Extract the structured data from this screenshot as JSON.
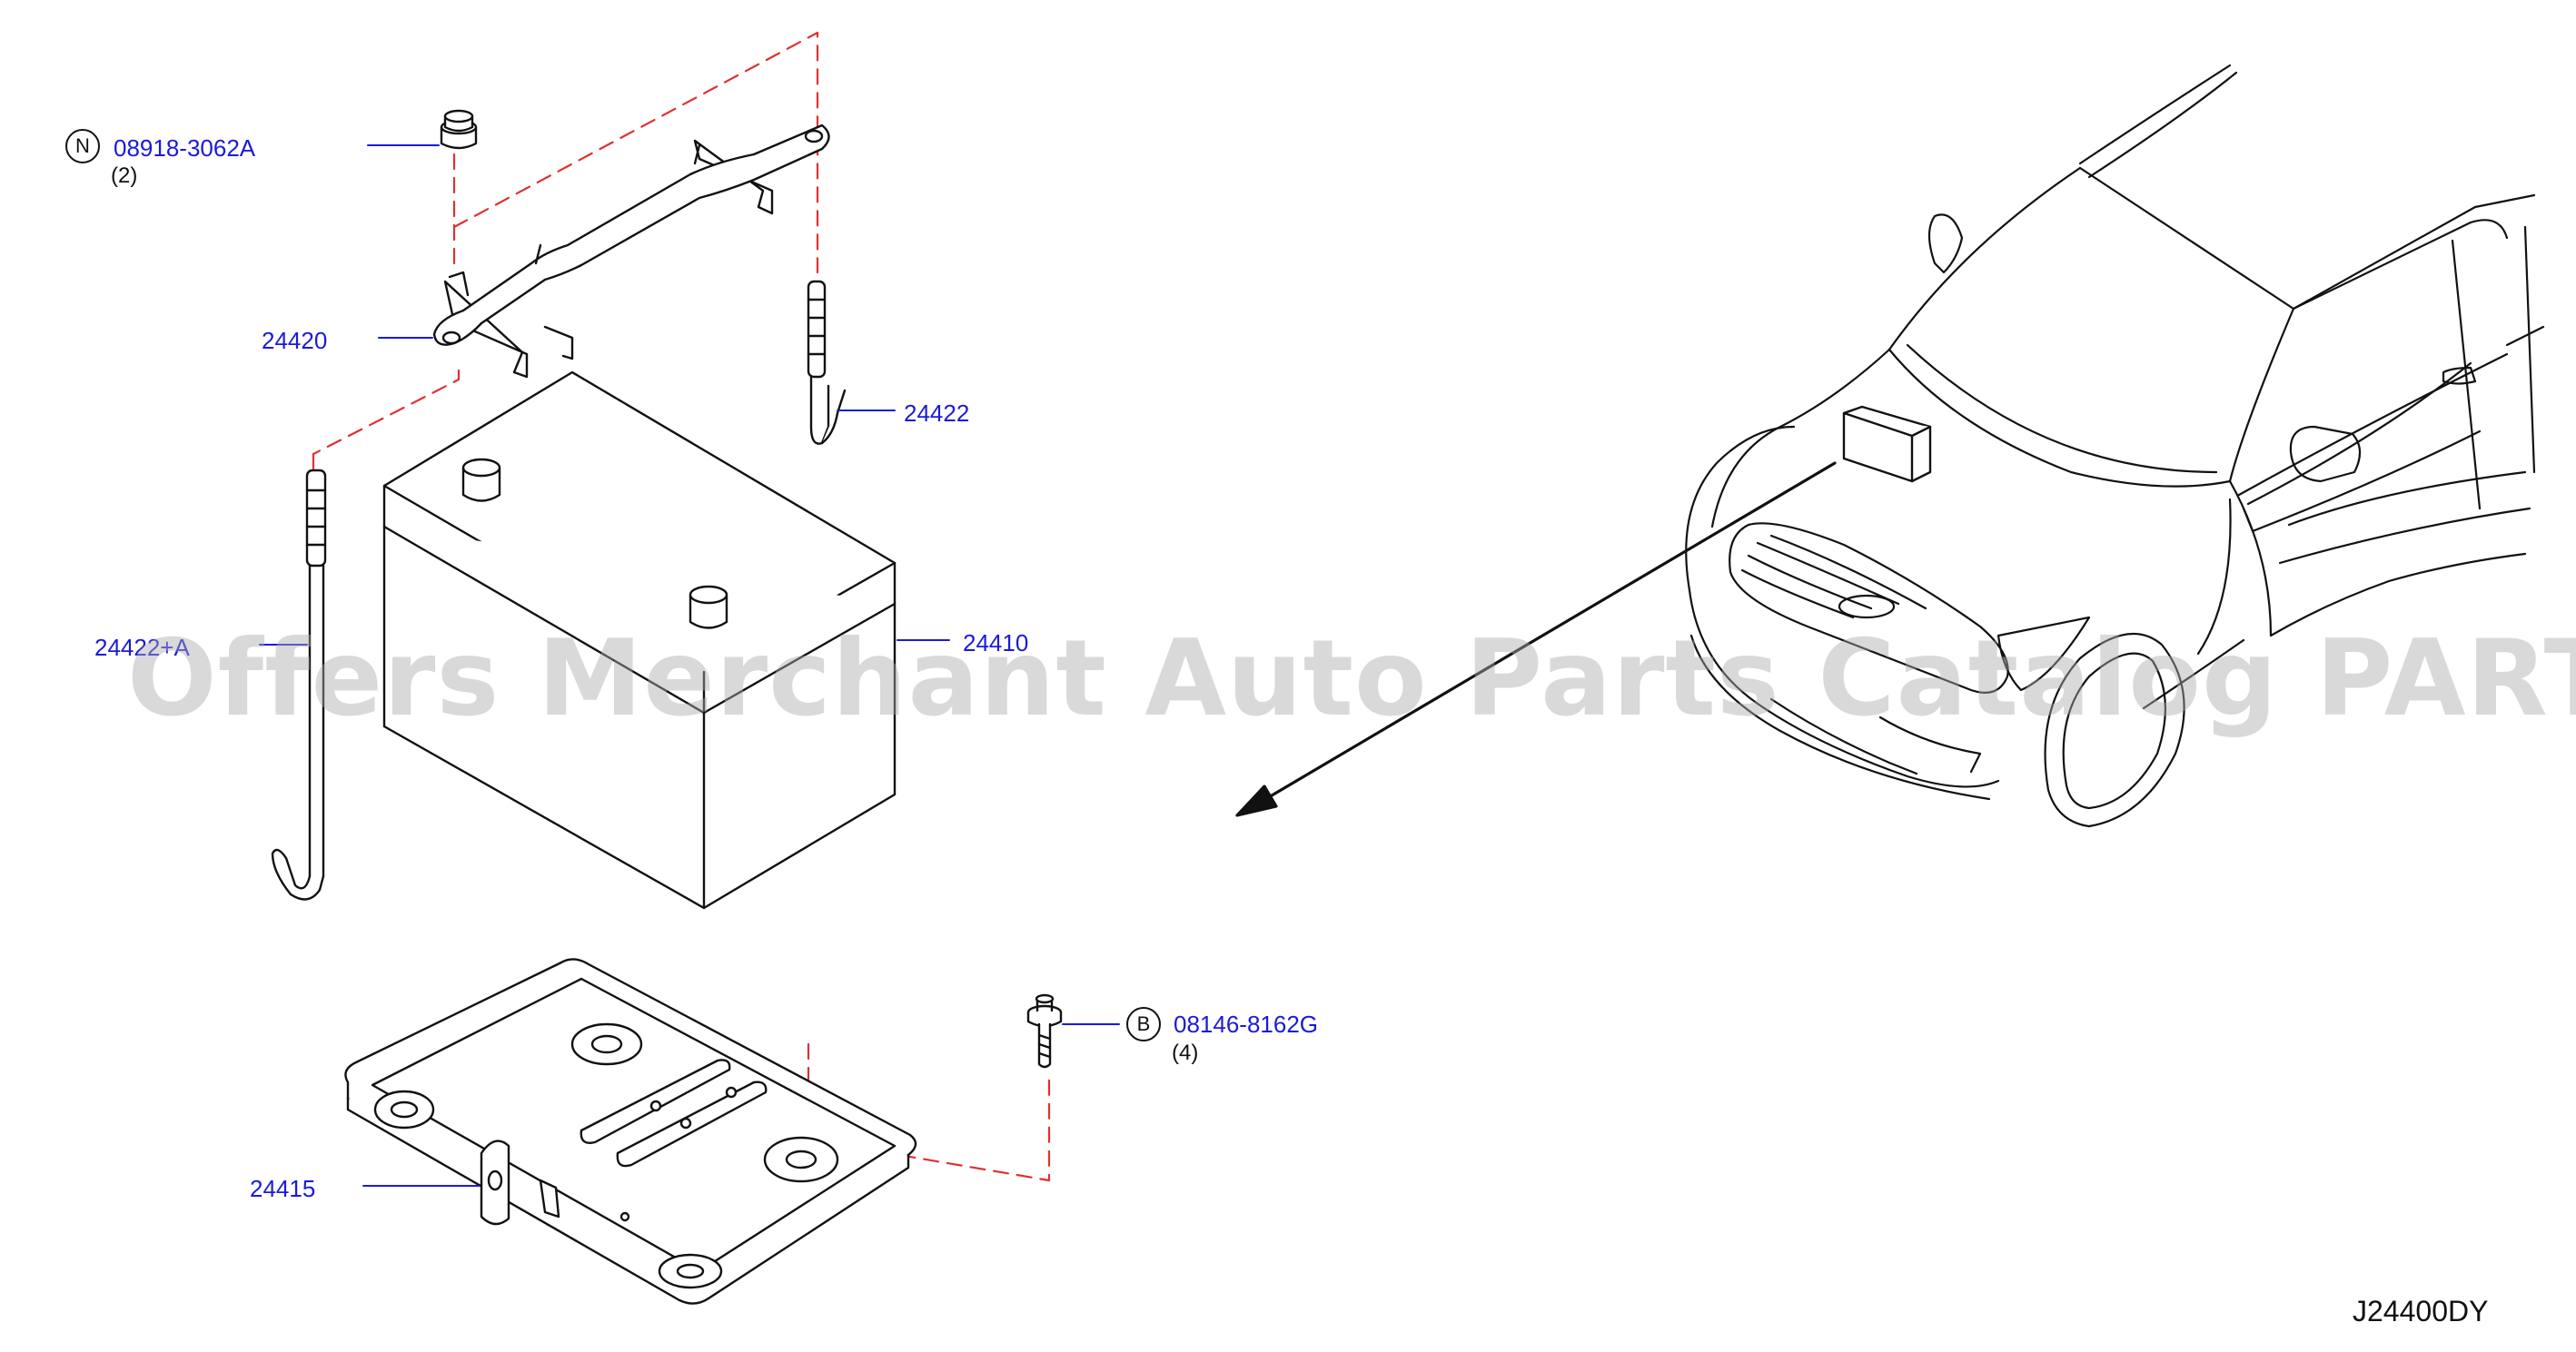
{
  "colors": {
    "callout": "#1a1adb",
    "drawing": "#111111",
    "dashed_guide": "#e03030",
    "watermark": "#aaaaaa"
  },
  "labels": {
    "nut_part": "08918-3062A",
    "nut_qty": "(2)",
    "nut_badge": "N",
    "frame_part": "24420",
    "rod_part": "24422",
    "rod_plus_part": "24422+A",
    "battery_part": "24410",
    "bolt_part": "08146-8162G",
    "bolt_qty": "(4)",
    "bolt_badge": "B",
    "tray_part": "24415"
  },
  "watermark": "Offers Merchant Auto Parts Catalog PARTSTORE.SA",
  "diagram_id": "J24400DY"
}
